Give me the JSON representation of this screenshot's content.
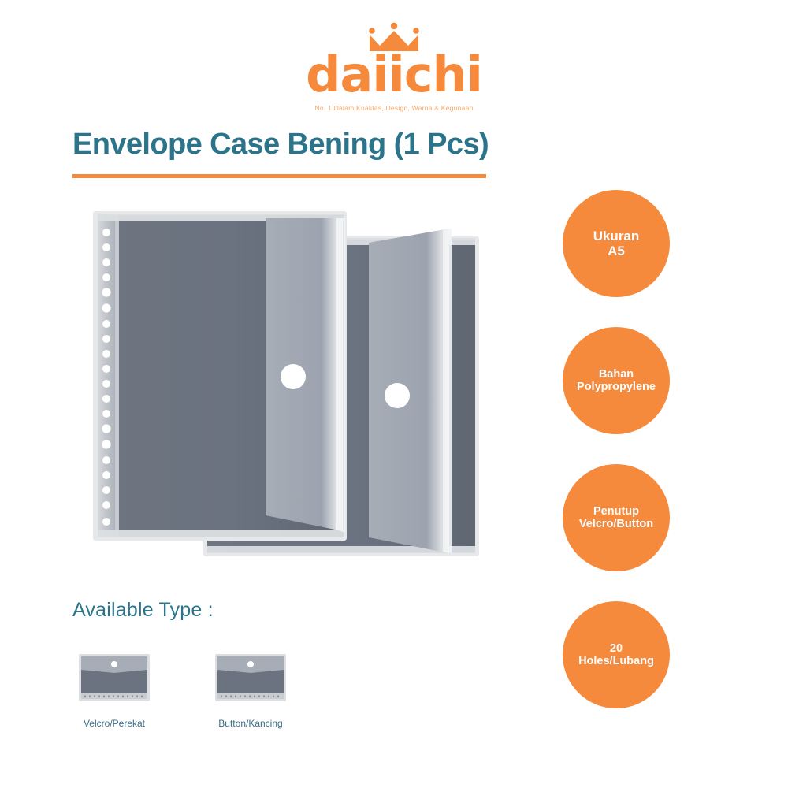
{
  "brand": {
    "name": "daiichi",
    "tagline": "No. 1 Dalam Kualitas, Design, Warna & Kegunaan",
    "crown_icon": "crown-icon",
    "color": "#F58A3C"
  },
  "product": {
    "title": "Envelope Case Bening (1 Pcs)",
    "title_color": "#2B7489",
    "rule_color": "#F58A3C",
    "image_alt": "envelope-case-product-photo",
    "body_color": "#6B7280",
    "flap_color": "#9CA3AF",
    "button_color": "#FFFFFF",
    "holes_count": 20
  },
  "badges": [
    {
      "line1": "Ukuran",
      "line2": "A5",
      "size": "normal"
    },
    {
      "line1": "Bahan",
      "line2": "Polypropylene",
      "size": "small"
    },
    {
      "line1": "Penutup",
      "line2": "Velcro/Button",
      "size": "small"
    },
    {
      "line1": "20",
      "line2": "Holes/Lubang",
      "size": "small"
    }
  ],
  "available_type": {
    "heading": "Available Type :",
    "variants": [
      {
        "label": "Velcro/Perekat",
        "icon": "envelope-thumbnail-icon"
      },
      {
        "label": "Button/Kancing",
        "icon": "envelope-thumbnail-icon"
      }
    ]
  }
}
